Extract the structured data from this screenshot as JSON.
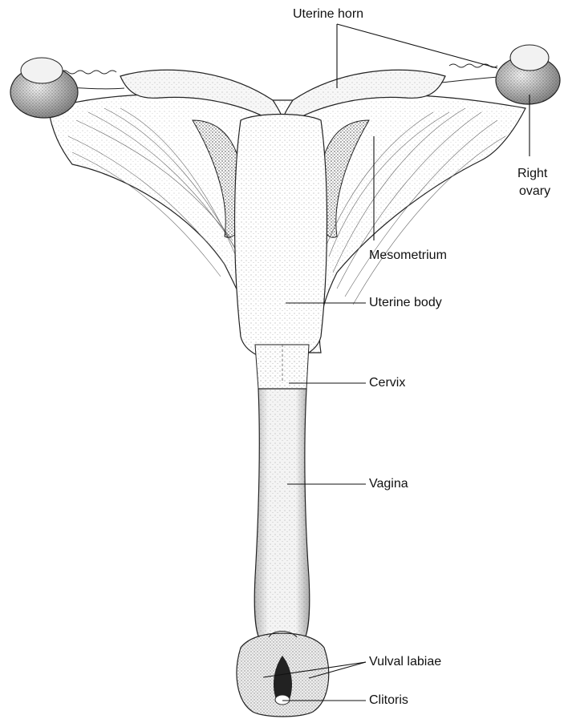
{
  "labels": {
    "uterine_horn": "Uterine horn",
    "right_ovary_line1": "Right",
    "right_ovary_line2": "ovary",
    "mesometrium": "Mesometrium",
    "uterine_body": "Uterine body",
    "cervix": "Cervix",
    "vagina": "Vagina",
    "vulval_labiae": "Vulval labiae",
    "clitoris": "Clitoris"
  },
  "colors": {
    "ink": "#111111",
    "stipple": "#444444",
    "background": "#ffffff"
  }
}
